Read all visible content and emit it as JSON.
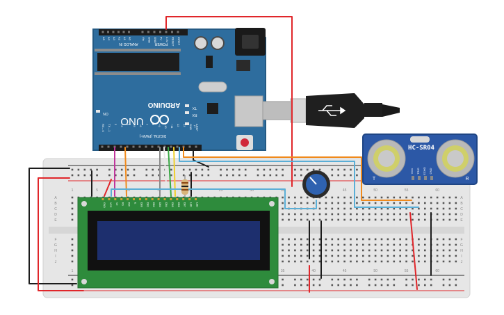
{
  "arduino": {
    "brand": "ARDUINO",
    "model": "UNO",
    "power_header_label": "POWER",
    "analog_header_label": "ANALOG IN",
    "digital_header_label": "DIGITAL (PWM~)",
    "on_led_label": "ON",
    "tx_label": "TX",
    "rx_label": "RX",
    "l_label": "L",
    "power_pins": [
      "IOREF",
      "RESET",
      "3.3V",
      "5V",
      "GND",
      "GND",
      "Vin"
    ],
    "analog_pins": [
      "A0",
      "A1",
      "A2",
      "A3",
      "A4",
      "A5"
    ],
    "digital_pins": [
      "AREF",
      "GND",
      "13",
      "12",
      "~11",
      "~10",
      "~9",
      "8",
      "7",
      "~6",
      "~5",
      "4",
      "~3",
      "2",
      "TX→1",
      "RX←0"
    ],
    "colors": {
      "board": "#2e6d9e",
      "board_edge": "#245a84"
    }
  },
  "sensor": {
    "name": "HC-SR04",
    "pins": [
      "VCC",
      "TRIG",
      "ECHO",
      "GND"
    ],
    "left_mark": "T",
    "right_mark": "R"
  },
  "lcd": {
    "pins": [
      "GND",
      "VCC",
      "V0",
      "RS",
      "RW",
      "E",
      "DB0",
      "DB1",
      "DB2",
      "DB3",
      "DB4",
      "DB5",
      "DB6",
      "DB7",
      "LED",
      "LED"
    ],
    "colors": {
      "pcb": "#2e8b3c",
      "screen": "#1d2f6e"
    }
  },
  "breadboard": {
    "row_letters_top": [
      "A",
      "B",
      "C",
      "D",
      "E"
    ],
    "row_letters_bottom": [
      "F",
      "G",
      "H",
      "I",
      "J"
    ],
    "column_numbers": [
      "1",
      "5",
      "10",
      "15",
      "20",
      "25",
      "30",
      "35",
      "40",
      "45",
      "50",
      "55",
      "60"
    ]
  },
  "wire_colors": {
    "red": "#e0262a",
    "black": "#1c1c1c",
    "orange": "#f08a1c",
    "blue": "#5aaed6",
    "magenta": "#c0359c",
    "green": "#3aa845",
    "yellow": "#f0d02a",
    "gray": "#8a8a8a",
    "white": "#e8e8e8"
  }
}
